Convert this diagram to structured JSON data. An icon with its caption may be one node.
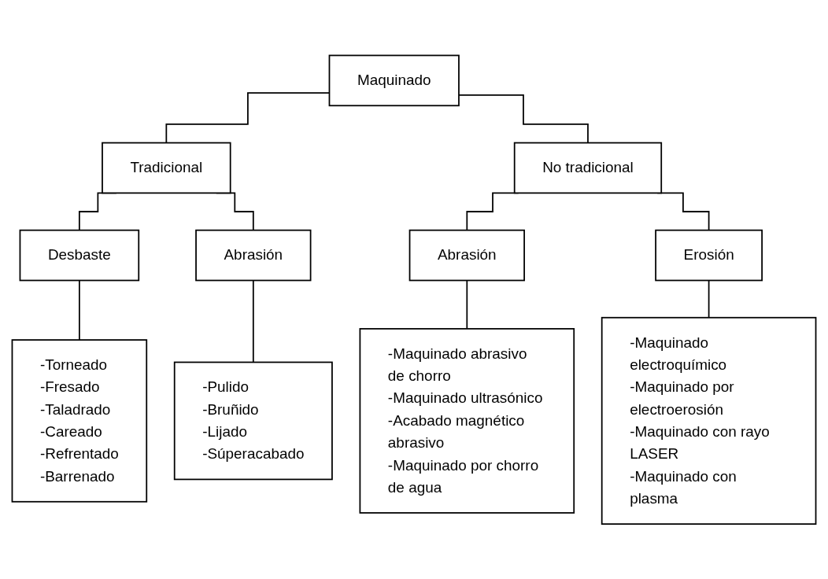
{
  "diagram": {
    "nodes": [
      {
        "text": [
          "Maquinado"
        ]
      },
      {
        "text": [
          "Tradicional"
        ]
      },
      {
        "text": [
          "No tradicional"
        ]
      },
      {
        "text": [
          "Desbaste"
        ]
      },
      {
        "text": [
          "Abrasión"
        ]
      },
      {
        "text": [
          "Abrasión"
        ]
      },
      {
        "text": [
          "Erosión"
        ]
      },
      {
        "text": [
          "-Torneado",
          "-Fresado",
          "-Taladrado",
          "-Careado",
          "-Refrentado",
          "-Barrenado"
        ]
      },
      {
        "text": [
          "-Pulido",
          "-Bruñido",
          "-Lijado",
          "-Súperacabado"
        ]
      },
      {
        "text": [
          "-Maquinado abrasivo de chorro",
          "-Maquinado ultrasónico",
          "-Acabado magnético abrasivo",
          "-Maquinado por chorro de agua"
        ]
      },
      {
        "text": [
          "-Maquinado electroquímico",
          "-Maquinado por electroerosión",
          "-Maquinado con rayo LASER",
          "-Maquinado con plasma"
        ]
      }
    ],
    "edges": [
      {
        "from": 0,
        "to": 1,
        "arrow": "none"
      },
      {
        "from": 0,
        "to": 2,
        "arrow": "none"
      },
      {
        "from": 1,
        "to": 3,
        "arrow": "none"
      },
      {
        "from": 1,
        "to": 4,
        "arrow": "none"
      },
      {
        "from": 2,
        "to": 5,
        "arrow": "none"
      },
      {
        "from": 2,
        "to": 6,
        "arrow": "none"
      },
      {
        "from": 3,
        "to": 7,
        "arrow": "none"
      },
      {
        "from": 4,
        "to": 8,
        "arrow": "none"
      },
      {
        "from": 5,
        "to": 9,
        "arrow": "none"
      },
      {
        "from": 6,
        "to": 10,
        "arrow": "none"
      }
    ]
  }
}
